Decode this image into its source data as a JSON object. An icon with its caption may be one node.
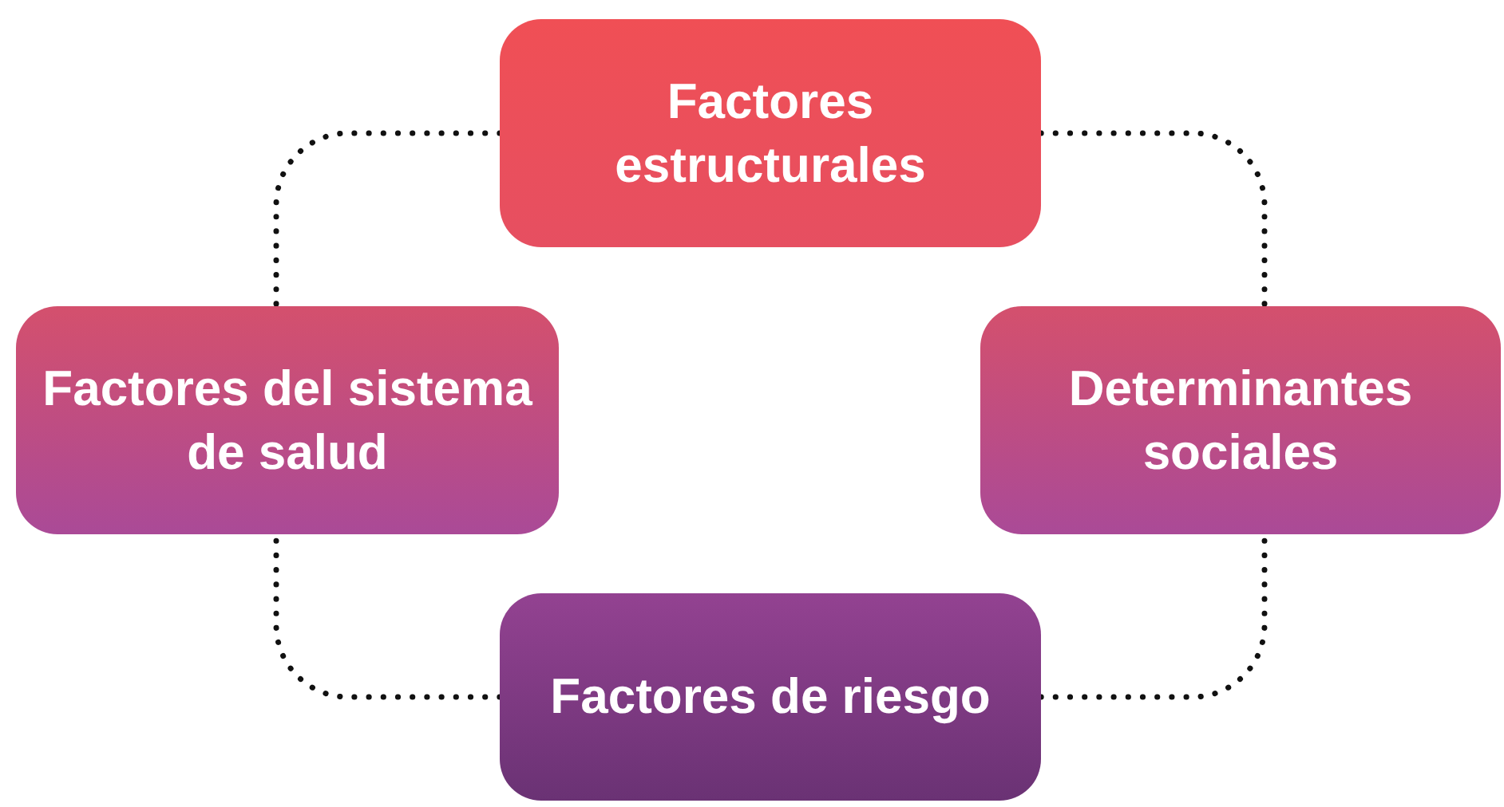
{
  "diagram": {
    "nodes": [
      {
        "text": [
          "Factores estructurales"
        ]
      },
      {
        "text": [
          "Factores del sistema de salud"
        ]
      },
      {
        "text": [
          "Determinantes sociales"
        ]
      },
      {
        "text": [
          "Factores de riesgo"
        ]
      }
    ],
    "edges": [
      {
        "from": 0,
        "to": 1,
        "arrow": "none"
      },
      {
        "from": 0,
        "to": 2,
        "arrow": "none"
      },
      {
        "from": 3,
        "to": 2,
        "arrow": "none"
      },
      {
        "from": 3,
        "to": 1,
        "arrow": "none"
      }
    ]
  }
}
